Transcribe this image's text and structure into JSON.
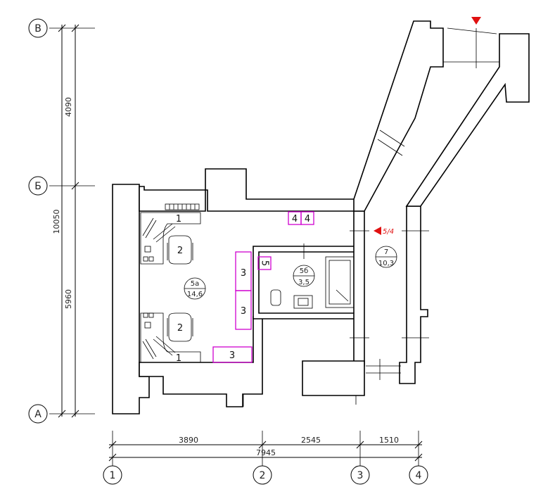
{
  "axes": {
    "rows": [
      "В",
      "Б",
      "А"
    ],
    "columns": [
      "1",
      "2",
      "3",
      "4"
    ]
  },
  "dimensions": {
    "vertical": {
      "total": "10050",
      "upper": "4090",
      "lower": "5960"
    },
    "horizontal": {
      "seg1": "3890",
      "seg2": "2545",
      "seg3": "1510",
      "total": "7945"
    }
  },
  "rooms": [
    {
      "id": "5а",
      "area": "14,6"
    },
    {
      "id": "5б",
      "area": "3,5"
    },
    {
      "id": "7",
      "area": "10,3"
    }
  ],
  "furniture": {
    "desk_label": "1",
    "chair_label": "2",
    "cabinet_label": "3",
    "shelf_label": "4",
    "small_cabinet_label": "5"
  },
  "entrance_marker": "5/4",
  "colors": {
    "line": "#000000",
    "furniture_outline": "#d000d0",
    "marker": "#e01010"
  }
}
